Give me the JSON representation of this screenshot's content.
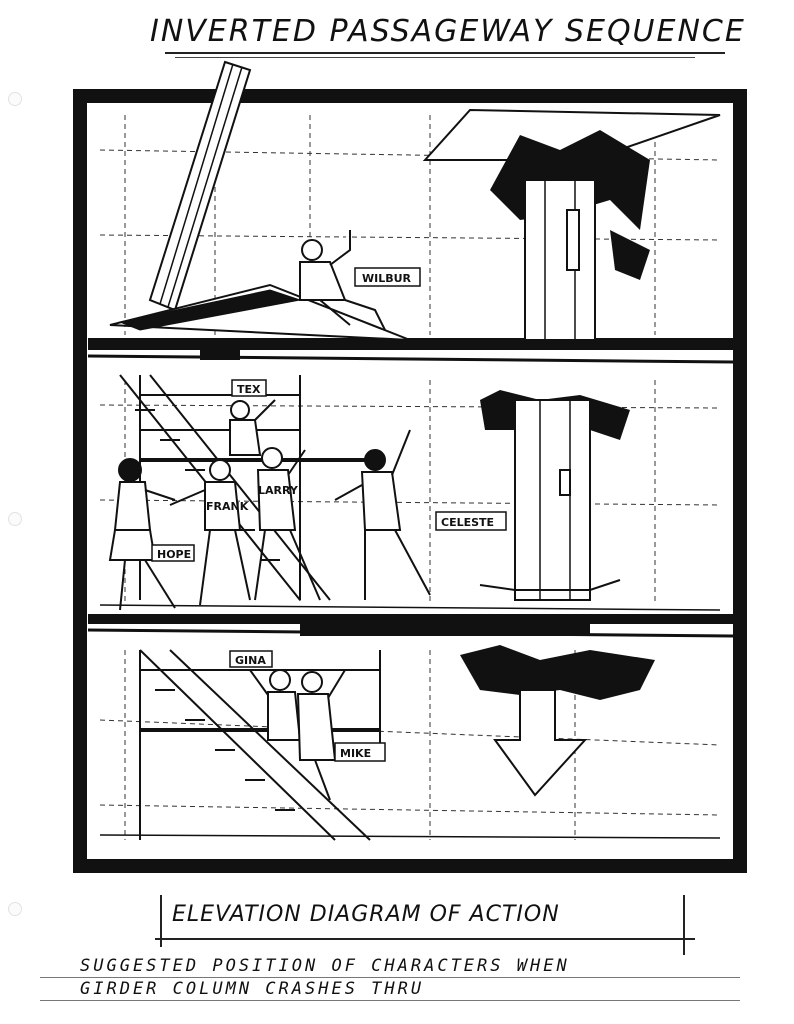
{
  "title": "INVERTED PASSAGEWAY SEQUENCE",
  "labels": {
    "wilbur": "WILBUR",
    "tex": "TEX",
    "frank": "FRANK",
    "larry": "LARRY",
    "hope": "HOPE",
    "celeste": "CELESTE",
    "gina": "GINA",
    "mike": "MIKE"
  },
  "caption": "ELEVATION DIAGRAM OF ACTION",
  "note": {
    "line1": "SUGGESTED POSITION OF CHARACTERS WHEN",
    "line2": "GIRDER COLUMN CRASHES THRU"
  },
  "colors": {
    "ink": "#111111",
    "paper": "#ffffff"
  }
}
